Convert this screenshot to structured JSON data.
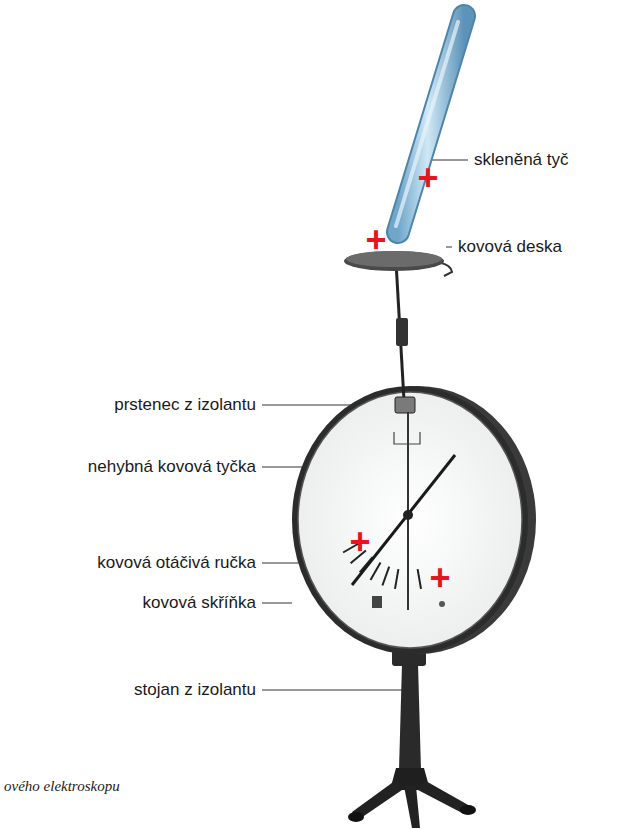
{
  "diagram": {
    "caption": "ového elektroskopu",
    "labels": [
      "skleněná tyč",
      "+",
      "+",
      "kovová deska",
      "prstenec z izolantu",
      "nehybná kovová tyčka",
      "+",
      "kovová otáčivá ručka",
      "+",
      "kovová skříňka",
      "stojan z izolantu"
    ]
  }
}
